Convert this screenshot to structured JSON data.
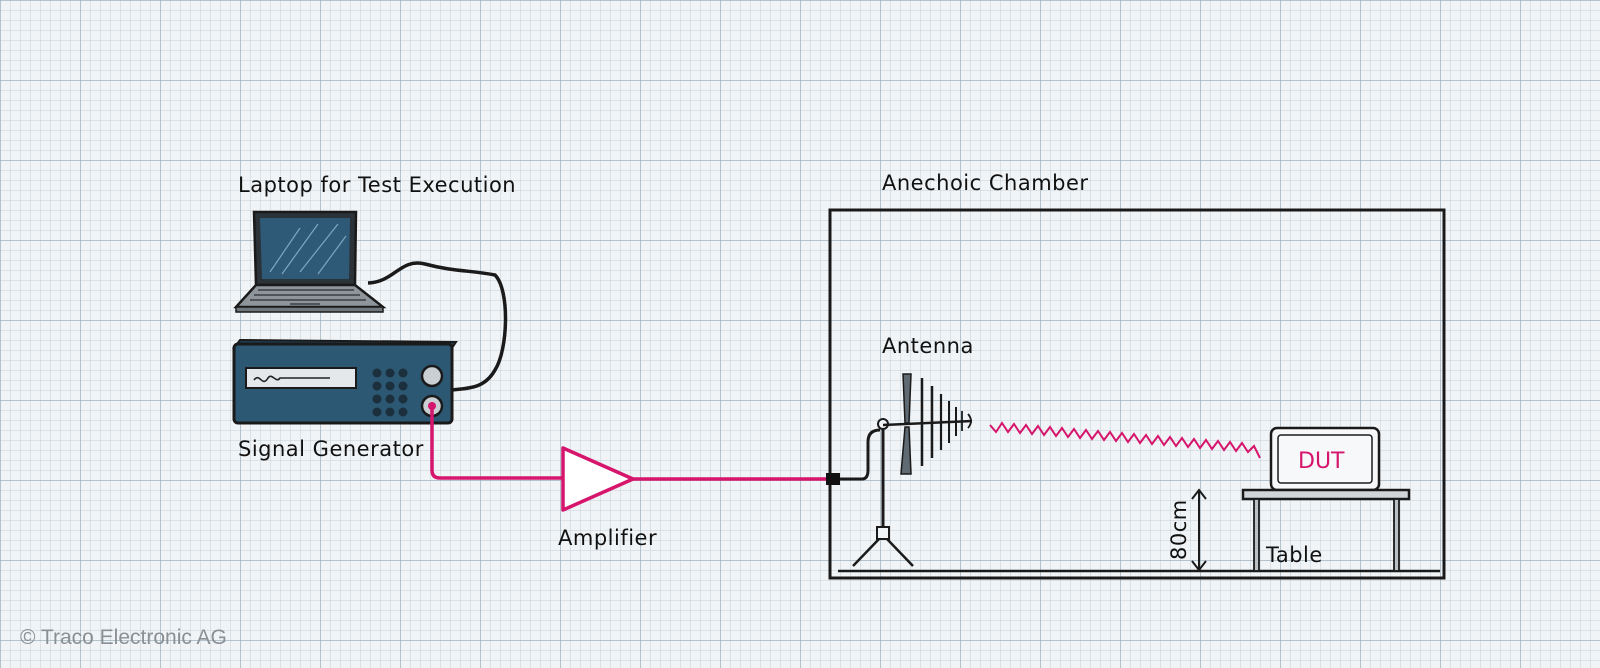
{
  "labels": {
    "laptop": "Laptop for Test Execution",
    "chamber": "Anechoic Chamber",
    "antenna": "Antenna",
    "signal_generator": "Signal Generator",
    "amplifier": "Amplifier",
    "dut": "DUT",
    "height": "80cm",
    "table": "Table"
  },
  "copyright": "© Traco Electronic AG",
  "colors": {
    "rf_cable": "#d6156c",
    "line": "#1a1a1a",
    "device_blue": "#2c5873",
    "background": "#f1f4f6"
  },
  "icons": [
    "laptop-icon",
    "signal-generator-icon",
    "amplifier-icon",
    "antenna-icon",
    "tripod-icon",
    "table-icon",
    "dut-icon"
  ]
}
